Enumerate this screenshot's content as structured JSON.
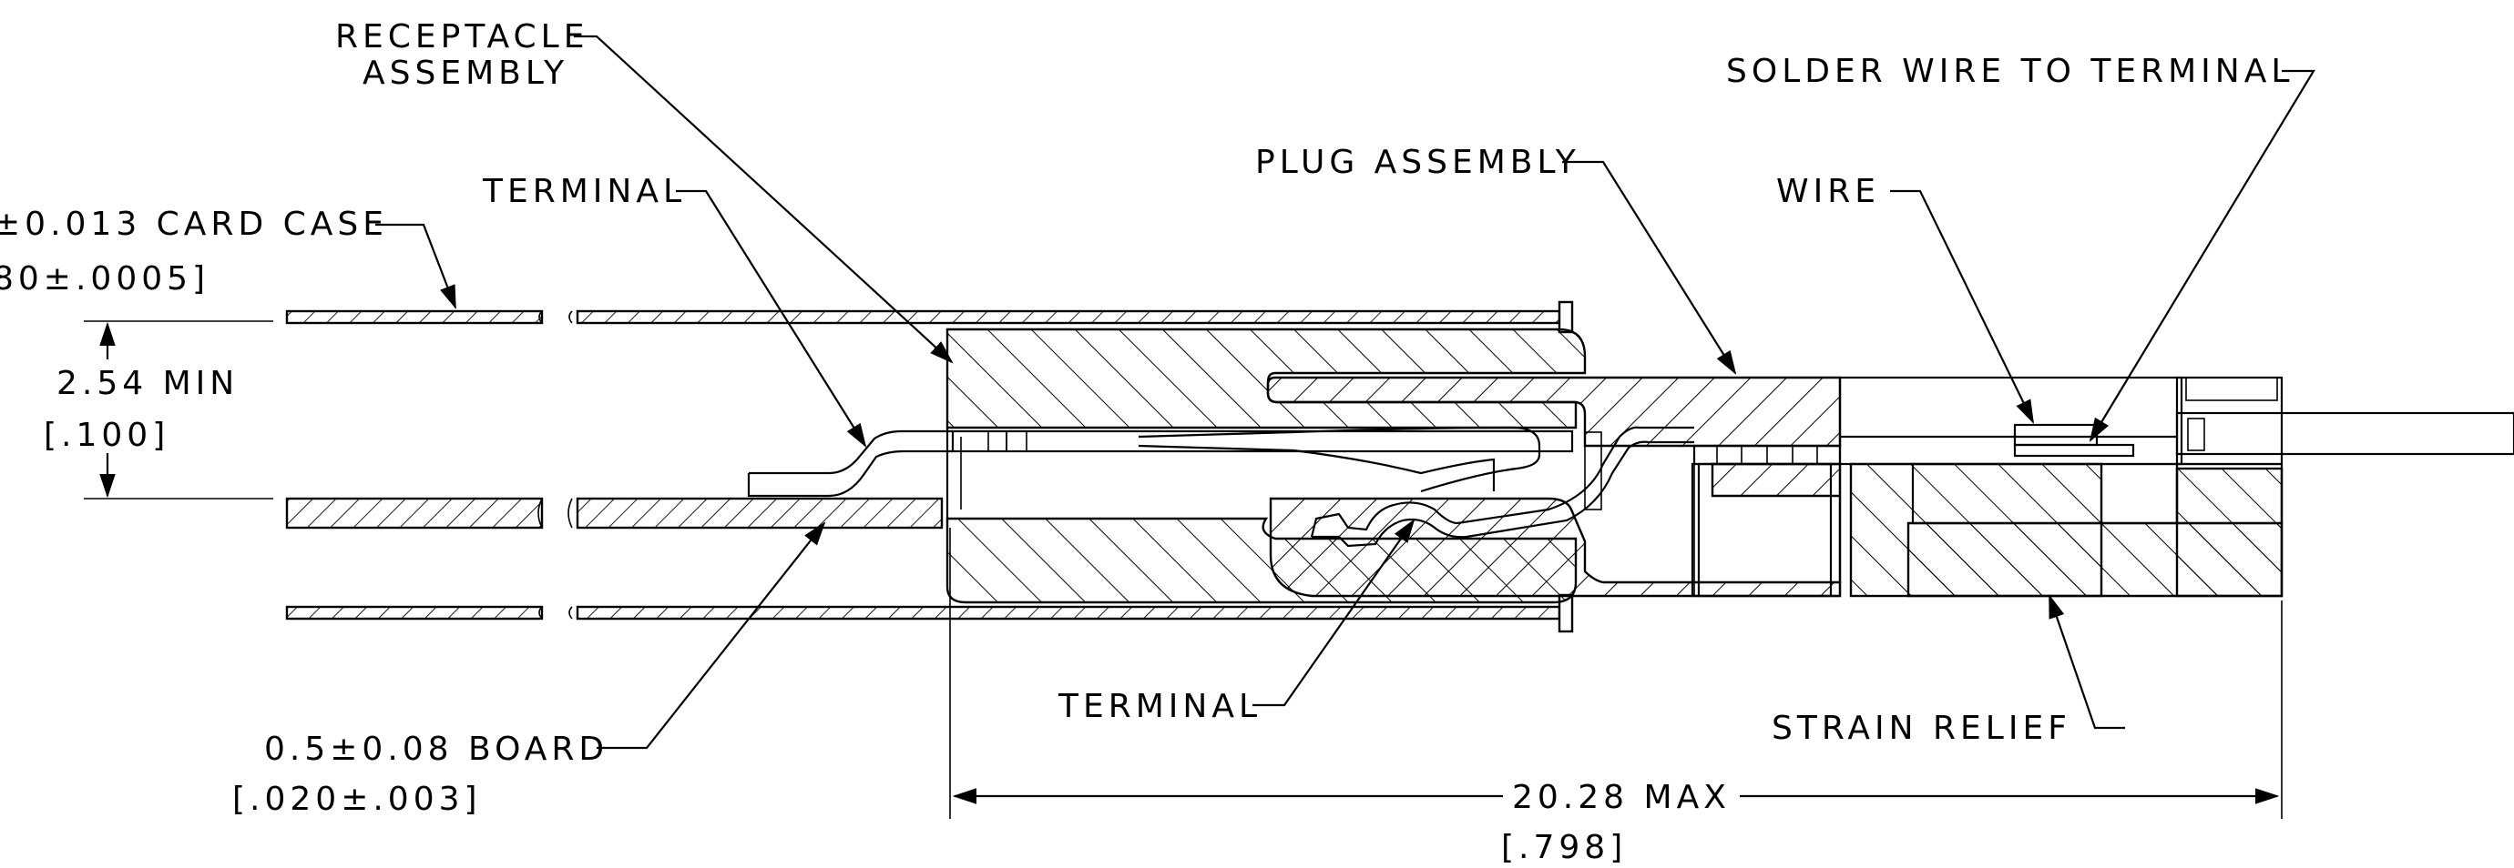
{
  "labels": {
    "receptacle_line1": "RECEPTACLE",
    "receptacle_line2": "ASSEMBLY",
    "terminal_upper": "TERMINAL",
    "card_case_line1": "±0.013 CARD CASE",
    "card_case_line2": "80±.0005]",
    "gap_line1": "2.54 MIN",
    "gap_line2": "[.100]",
    "plug_assembly": "PLUG ASSEMBLY",
    "solder_wire": "SOLDER WIRE TO TERMINAL",
    "wire": "WIRE",
    "terminal_lower": "TERMINAL",
    "strain_relief": "STRAIN RELIEF",
    "board_line1": "0.5±0.08 BOARD",
    "board_line2": "[.020±.003]",
    "length_line1": "20.28 MAX",
    "length_line2": "[.798]"
  }
}
